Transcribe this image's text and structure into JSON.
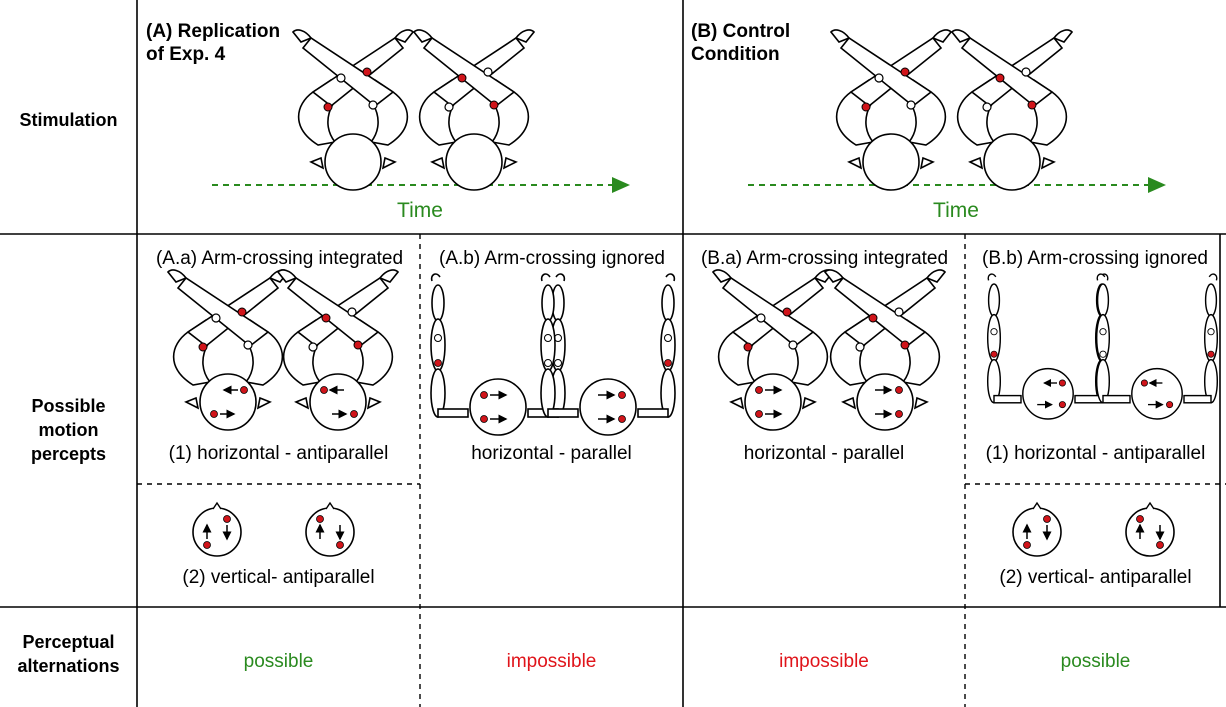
{
  "rows": {
    "stimulation": "Stimulation",
    "percepts": "Possible\nmotion\npercepts",
    "alternations": "Perceptual\nalternations"
  },
  "panels": {
    "A": {
      "title": "(A) Replication\nof Exp. 4",
      "time": "Time"
    },
    "B": {
      "title": "(B) Control\nCondition",
      "time": "Time"
    }
  },
  "subpanels": {
    "Aa": {
      "title": "(A.a) Arm-crossing integrated",
      "percept1": "(1) horizontal - antiparallel",
      "percept2": "(2) vertical- antiparallel"
    },
    "Ab": {
      "title": "(A.b) Arm-crossing ignored",
      "percept": "horizontal - parallel"
    },
    "Ba": {
      "title": "(B.a) Arm-crossing integrated",
      "percept": "horizontal - parallel"
    },
    "Bb": {
      "title": "(B.b) Arm-crossing ignored",
      "percept1": "(1) horizontal - antiparallel",
      "percept2": "(2) vertical- antiparallel"
    }
  },
  "alternations": {
    "Aa": "possible",
    "Ab": "impossible",
    "Ba": "impossible",
    "Bb": "possible"
  },
  "colors": {
    "time_arrow": "#2a8a1f",
    "possible": "#2a8a1f",
    "impossible": "#e0141a",
    "dot_red": "#d0141a"
  },
  "icons": [
    "crossed-arms-figure-icon",
    "uncrossed-arms-figure-icon",
    "head-circle-icon",
    "motion-arrow-icon"
  ]
}
